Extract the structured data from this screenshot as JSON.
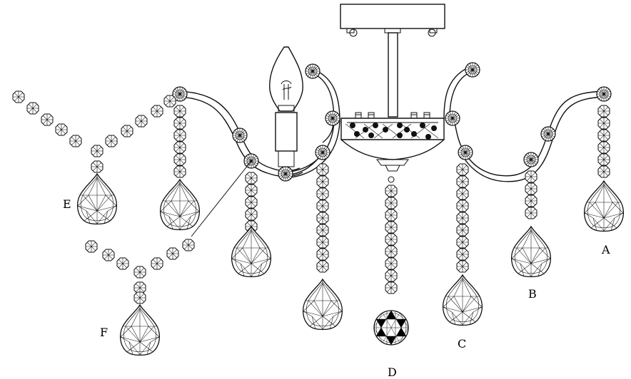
{
  "diagram": {
    "labels": {
      "a": "A",
      "b": "B",
      "c": "C",
      "d": "D",
      "e": "E",
      "f": "F"
    },
    "colors": {
      "ink": "#111111",
      "paper": "#ffffff"
    }
  }
}
